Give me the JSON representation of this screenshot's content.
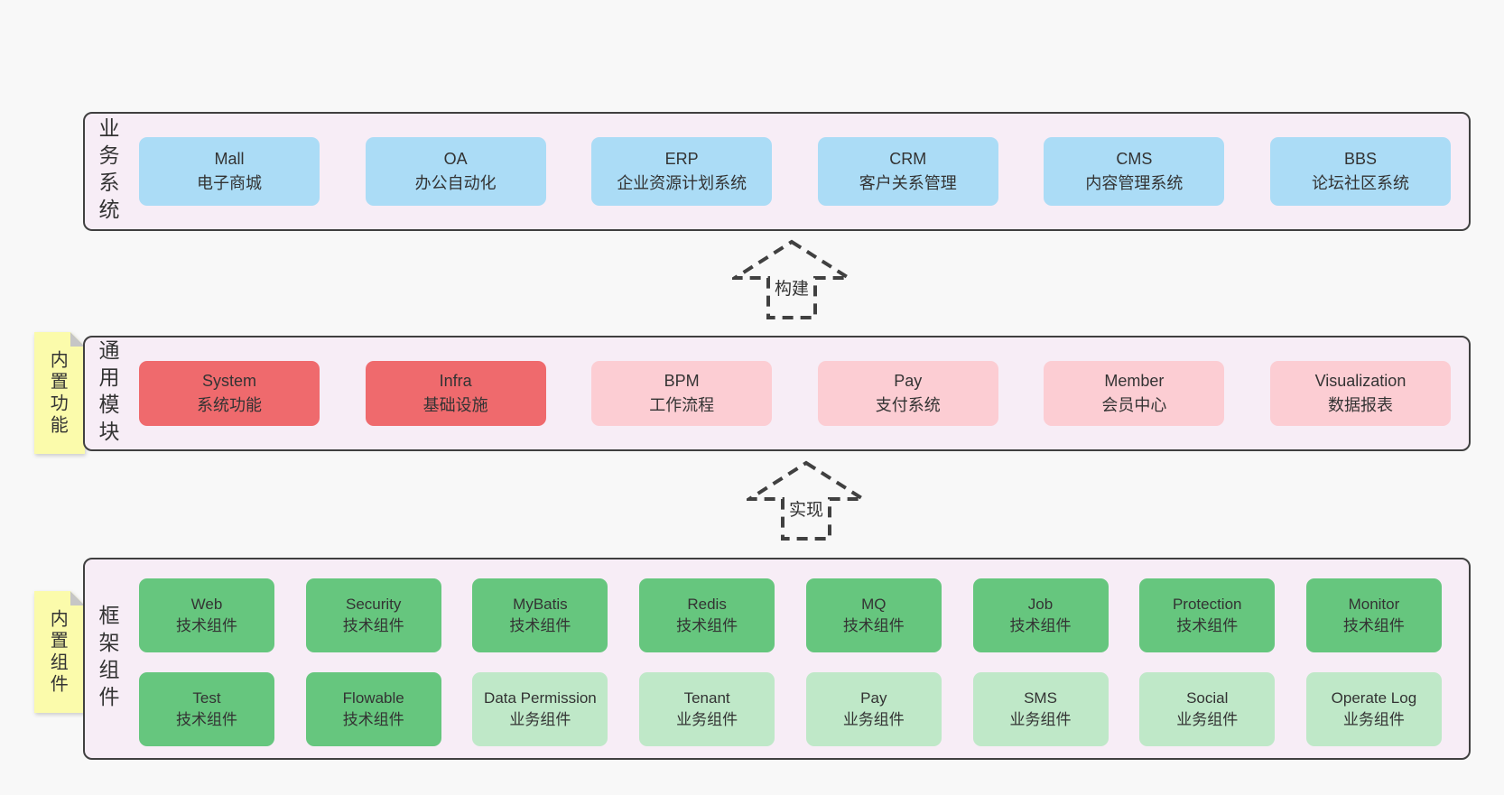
{
  "layers": {
    "business": {
      "side_label": "业务系统",
      "boxes": [
        {
          "name": "Mall",
          "subtitle": "电子商城",
          "color": "blue"
        },
        {
          "name": "OA",
          "subtitle": "办公自动化",
          "color": "blue"
        },
        {
          "name": "ERP",
          "subtitle": "企业资源计划系统",
          "color": "blue"
        },
        {
          "name": "CRM",
          "subtitle": "客户关系管理",
          "color": "blue"
        },
        {
          "name": "CMS",
          "subtitle": "内容管理系统",
          "color": "blue"
        },
        {
          "name": "BBS",
          "subtitle": "论坛社区系统",
          "color": "blue"
        }
      ]
    },
    "modules": {
      "side_label": "通用模块",
      "sticky": "内置功能",
      "boxes": [
        {
          "name": "System",
          "subtitle": "系统功能",
          "color": "red"
        },
        {
          "name": "Infra",
          "subtitle": "基础设施",
          "color": "red"
        },
        {
          "name": "BPM",
          "subtitle": "工作流程",
          "color": "pink"
        },
        {
          "name": "Pay",
          "subtitle": "支付系统",
          "color": "pink"
        },
        {
          "name": "Member",
          "subtitle": "会员中心",
          "color": "pink"
        },
        {
          "name": "Visualization",
          "subtitle": "数据报表",
          "color": "pink"
        }
      ]
    },
    "components": {
      "side_label": "框架组件",
      "sticky": "内置组件",
      "rows": [
        [
          {
            "name": "Web",
            "subtitle": "技术组件",
            "color": "green"
          },
          {
            "name": "Security",
            "subtitle": "技术组件",
            "color": "green"
          },
          {
            "name": "MyBatis",
            "subtitle": "技术组件",
            "color": "green"
          },
          {
            "name": "Redis",
            "subtitle": "技术组件",
            "color": "green"
          },
          {
            "name": "MQ",
            "subtitle": "技术组件",
            "color": "green"
          },
          {
            "name": "Job",
            "subtitle": "技术组件",
            "color": "green"
          },
          {
            "name": "Protection",
            "subtitle": "技术组件",
            "color": "green"
          },
          {
            "name": "Monitor",
            "subtitle": "技术组件",
            "color": "green"
          }
        ],
        [
          {
            "name": "Test",
            "subtitle": "技术组件",
            "color": "green"
          },
          {
            "name": "Flowable",
            "subtitle": "技术组件",
            "color": "green"
          },
          {
            "name": "Data Permission",
            "subtitle": "业务组件",
            "color": "lightgreen"
          },
          {
            "name": "Tenant",
            "subtitle": "业务组件",
            "color": "lightgreen"
          },
          {
            "name": "Pay",
            "subtitle": "业务组件",
            "color": "lightgreen"
          },
          {
            "name": "SMS",
            "subtitle": "业务组件",
            "color": "lightgreen"
          },
          {
            "name": "Social",
            "subtitle": "业务组件",
            "color": "lightgreen"
          },
          {
            "name": "Operate Log",
            "subtitle": "业务组件",
            "color": "lightgreen"
          }
        ]
      ]
    }
  },
  "arrows": [
    {
      "label": "构建"
    },
    {
      "label": "实现"
    }
  ],
  "colors": {
    "background": "#f8f8f8",
    "container": "#f7edf6",
    "border": "#404040",
    "text": "#333333",
    "blue": "#abdcf6",
    "red": "#ef6a6d",
    "pink": "#fccdd3",
    "green": "#66c67e",
    "lightgreen": "#bfe8c8",
    "sticky": "#fbfbab",
    "fold": "#c6c6c6"
  }
}
